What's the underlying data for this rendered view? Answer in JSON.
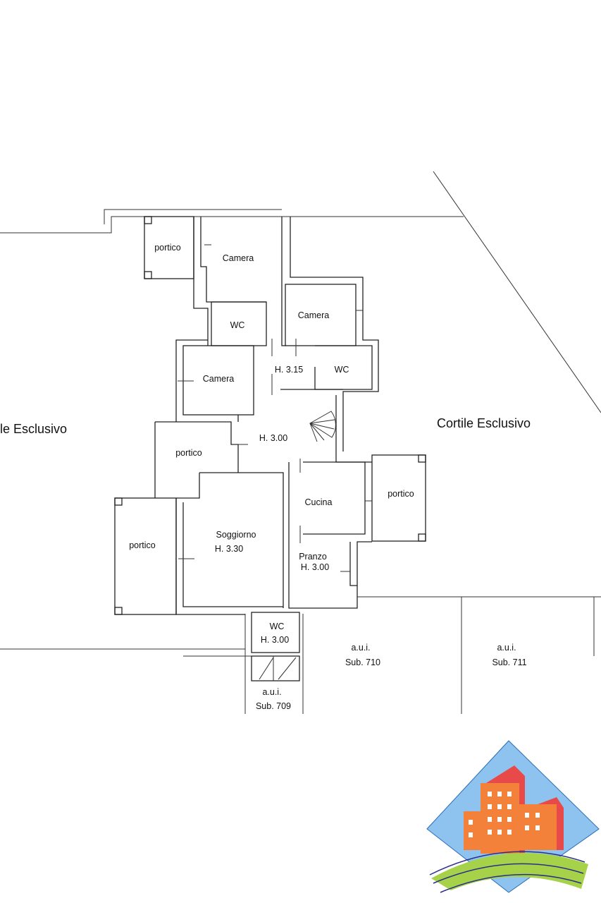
{
  "plan": {
    "yard_left": "le Esclusivo",
    "yard_right": "Cortile Esclusivo",
    "rooms": {
      "portico_top": "portico",
      "camera_top": "Camera",
      "wc_left": "WC",
      "camera_right": "Camera",
      "camera_left": "Camera",
      "hall_height": "H. 3.15",
      "wc_right": "WC",
      "portico_mid": "portico",
      "living_height": "H. 3.00",
      "cucina": "Cucina",
      "portico_right": "portico",
      "portico_left": "portico",
      "soggiorno": "Soggiorno",
      "soggiorno_height": "H. 3.30",
      "pranzo": "Pranzo",
      "pranzo_height": "H. 3.00",
      "wc_bottom": "WC",
      "wc_bottom_height": "H. 3.00"
    },
    "units": [
      {
        "label": "a.u.i.",
        "sub": "Sub. 709"
      },
      {
        "label": "a.u.i.",
        "sub": "Sub. 710"
      },
      {
        "label": "a.u.i.",
        "sub": "Sub. 711"
      }
    ]
  },
  "logo": {
    "colors": {
      "sky": "#8ec3f0",
      "front": "#f4813a",
      "back": "#e84a4a",
      "field": "#a6d24a",
      "lines": "#2a2f8a"
    }
  }
}
